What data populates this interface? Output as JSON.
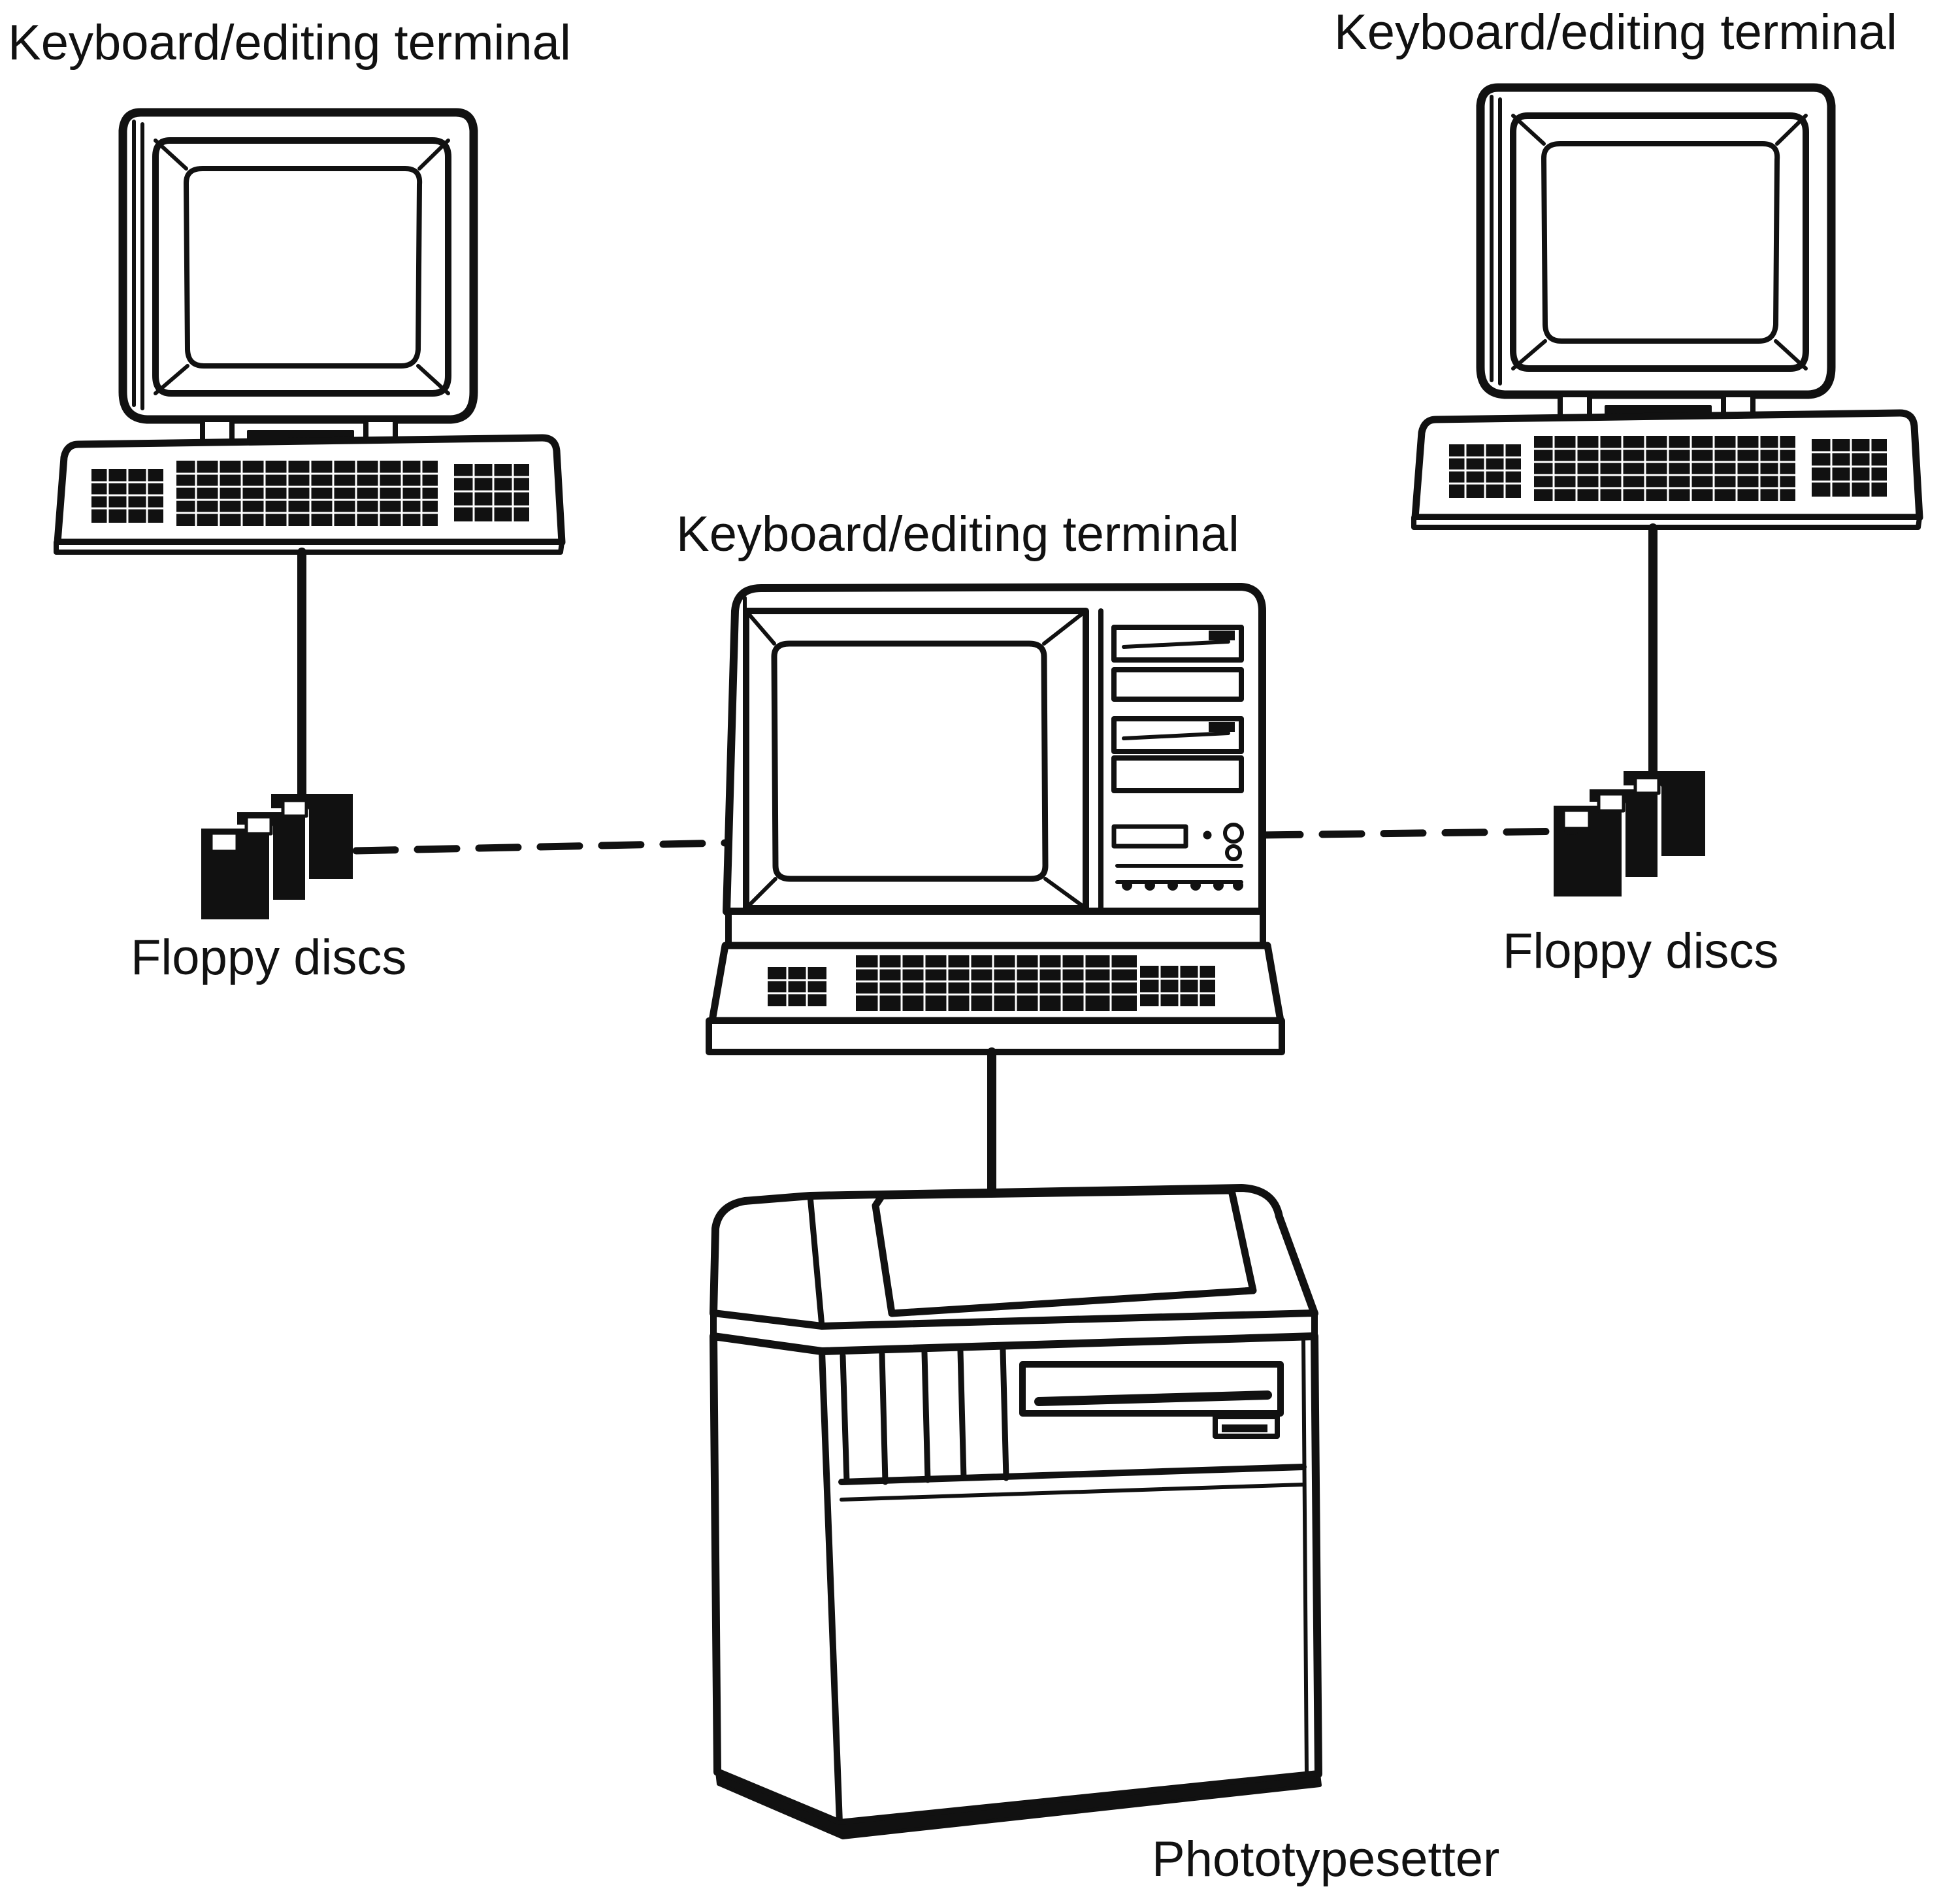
{
  "labels": {
    "terminal_left": "Keyboard/editing terminal",
    "terminal_right": "Keyboard/editing terminal",
    "terminal_center": "Keyboard/editing terminal",
    "floppy_left": "Floppy discs",
    "floppy_right": "Floppy discs",
    "phototypesetter": "Phototypesetter"
  },
  "colors": {
    "ink": "#111111",
    "paper": "#ffffff"
  }
}
